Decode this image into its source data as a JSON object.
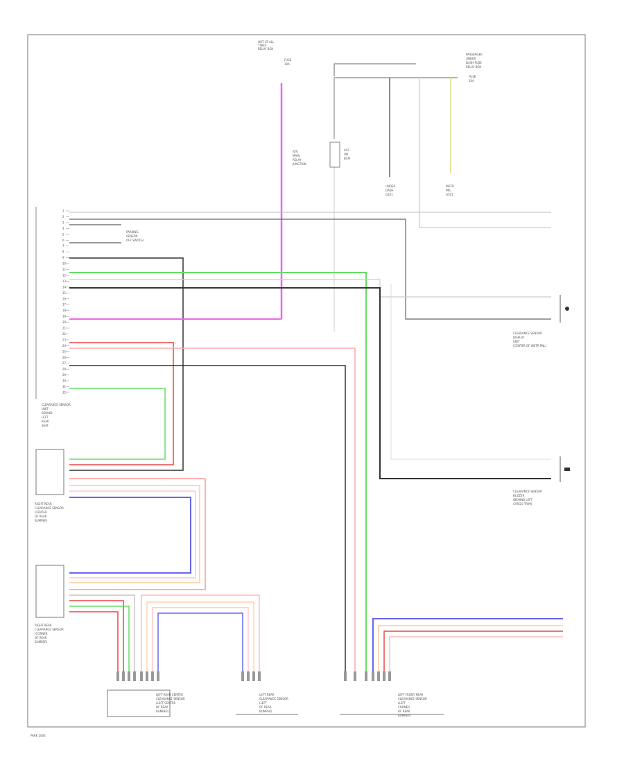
{
  "labels": {
    "top_center_title": [
      "HOT AT ALL",
      "TIMES",
      "RELAY BOX"
    ],
    "top_center_fuse": [
      "FUSE",
      "10A"
    ],
    "mid_fuse_note": [
      "ION",
      "MAIN",
      "RELAY",
      "JUNCTION"
    ],
    "top_right_title": [
      "PASSENGER",
      "UNDER",
      "DASH FUSE",
      "RELAY BOX"
    ],
    "top_right_fuse": [
      "FUSE",
      "10A"
    ],
    "ground_right": [
      "INSTR",
      "PNL",
      "G501"
    ],
    "ground_center": [
      "UNDER",
      "DASH",
      "G201"
    ],
    "switch_note": [
      "ACC",
      "ON",
      "BCM"
    ],
    "cond_main": [
      "CLEARANCE SENSOR",
      "UNIT",
      "BEHIND",
      "LEFT",
      "REAR",
      "SEAT"
    ],
    "sensor_a_note": [
      "PARKING",
      "SENSOR",
      "OFF SWITCH"
    ],
    "right_upper_conn": [
      "CLEARANCE SENSOR",
      "DISPLAY",
      "UNIT",
      "(CENTER OF INSTR PNL)"
    ],
    "right_lower_conn": [
      "CLEARANCE SENSOR",
      "BUZZER",
      "(BEHIND LEFT",
      "CARGO TRIM)"
    ],
    "rr_center": [
      "RIGHT REAR",
      "CLEARANCE SENSOR",
      "(CENTER",
      "OF REAR",
      "BUMPER)"
    ],
    "rr_corner": [
      "RIGHT REAR",
      "CLEARANCE SENSOR",
      "(CORNER",
      "OF REAR",
      "BUMPER)"
    ],
    "lr_center": [
      "LEFT REAR CENTER",
      "CLEARANCE SENSOR",
      "(LEFT CENTER",
      "OF REAR",
      "BUMPER)"
    ],
    "lr_center2": [
      "LEFT REAR",
      "CLEARANCE SENSOR",
      "(LEFT",
      "OF REAR",
      "BUMPER)"
    ],
    "lr_corner": [
      "LEFT FRONT REAR",
      "CLEARANCE SENSOR",
      "(LEFT",
      "CORNER",
      "OF REAR",
      "BUMPER)"
    ],
    "footer_code": "PARK 2004"
  },
  "pins_main": [
    "1",
    "2",
    "3",
    "4",
    "5",
    "6",
    "7",
    "8",
    "9",
    "10",
    "11",
    "12",
    "13",
    "14",
    "15",
    "16",
    "17",
    "18",
    "19",
    "20",
    "21",
    "22",
    "23",
    "24",
    "25",
    "26",
    "27",
    "28",
    "29",
    "30",
    "31",
    "32"
  ],
  "wire_colors": [
    "GRY",
    "WHT",
    "BLK",
    "PNK",
    "RED",
    "GRN",
    "BLU",
    "ORN",
    "YEL",
    "BRN",
    "VIO"
  ],
  "colors": {
    "black": "#333333",
    "gray": "#bbbbbb",
    "magenta": "#ee66ee",
    "green": "#66dd66",
    "red": "#ee4444",
    "pink": "#ffaaaa",
    "orange": "#ffcc99",
    "blue": "#6666ee",
    "yellow": "#e6e6a0",
    "dkgray": "#666666"
  }
}
